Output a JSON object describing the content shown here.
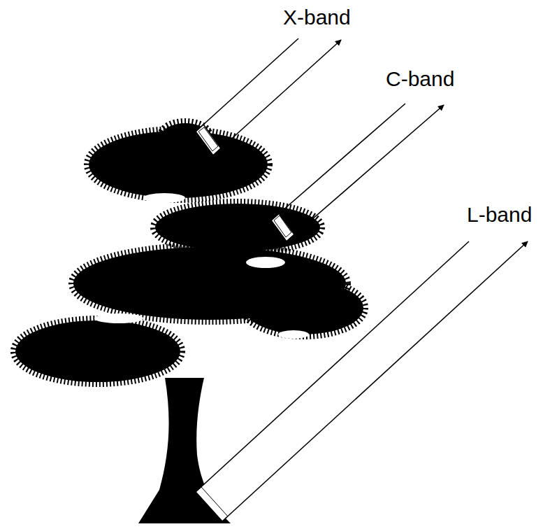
{
  "diagram": {
    "labels": [
      "X-band",
      "C-band",
      "L-band"
    ]
  }
}
